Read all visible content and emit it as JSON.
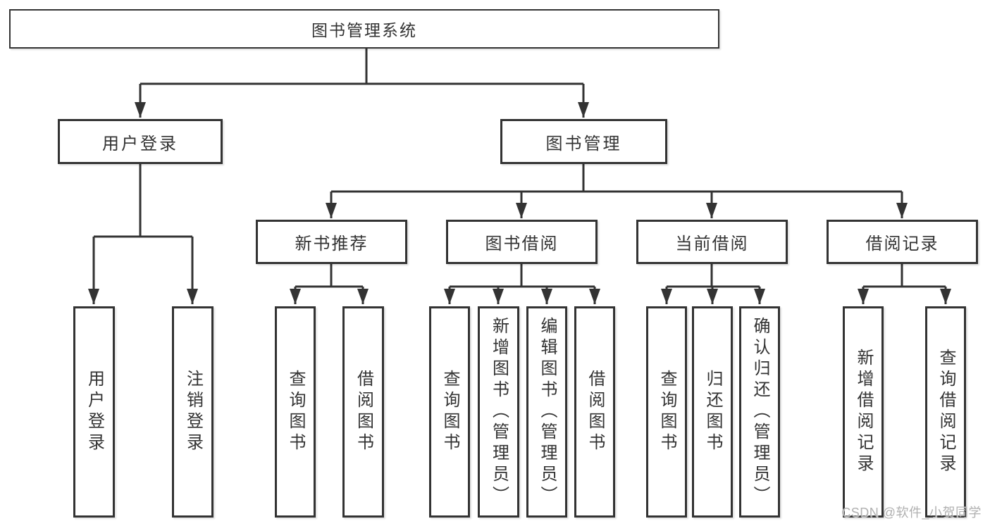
{
  "diagram": {
    "type": "tree",
    "title": "图书管理系统",
    "colors": {
      "line_color": "#333333",
      "text_color": "#333333",
      "box_fill": "#ffffff",
      "page_background": "#ffffff",
      "watermark_color": "#b0b0b0"
    },
    "tree": {
      "label": "图书管理系统",
      "children": [
        {
          "label": "用户登录",
          "children": [
            {
              "label": "用户登录"
            },
            {
              "label": "注销登录"
            }
          ]
        },
        {
          "label": "图书管理",
          "children": [
            {
              "label": "新书推荐",
              "children": [
                {
                  "label": "查询图书"
                },
                {
                  "label": "借阅图书"
                }
              ]
            },
            {
              "label": "图书借阅",
              "children": [
                {
                  "label": "查询图书"
                },
                {
                  "label": "新增图书（管理员）"
                },
                {
                  "label": "编辑图书（管理员）"
                },
                {
                  "label": "借阅图书"
                }
              ]
            },
            {
              "label": "当前借阅",
              "children": [
                {
                  "label": "查询图书"
                },
                {
                  "label": "归还图书"
                },
                {
                  "label": "确认归还（管理员）"
                }
              ]
            },
            {
              "label": "借阅记录",
              "children": [
                {
                  "label": "新增借阅记录"
                },
                {
                  "label": "查询借阅记录"
                }
              ]
            }
          ]
        }
      ]
    },
    "watermark": {
      "text": "CSDN @软件_小贺同学"
    }
  }
}
